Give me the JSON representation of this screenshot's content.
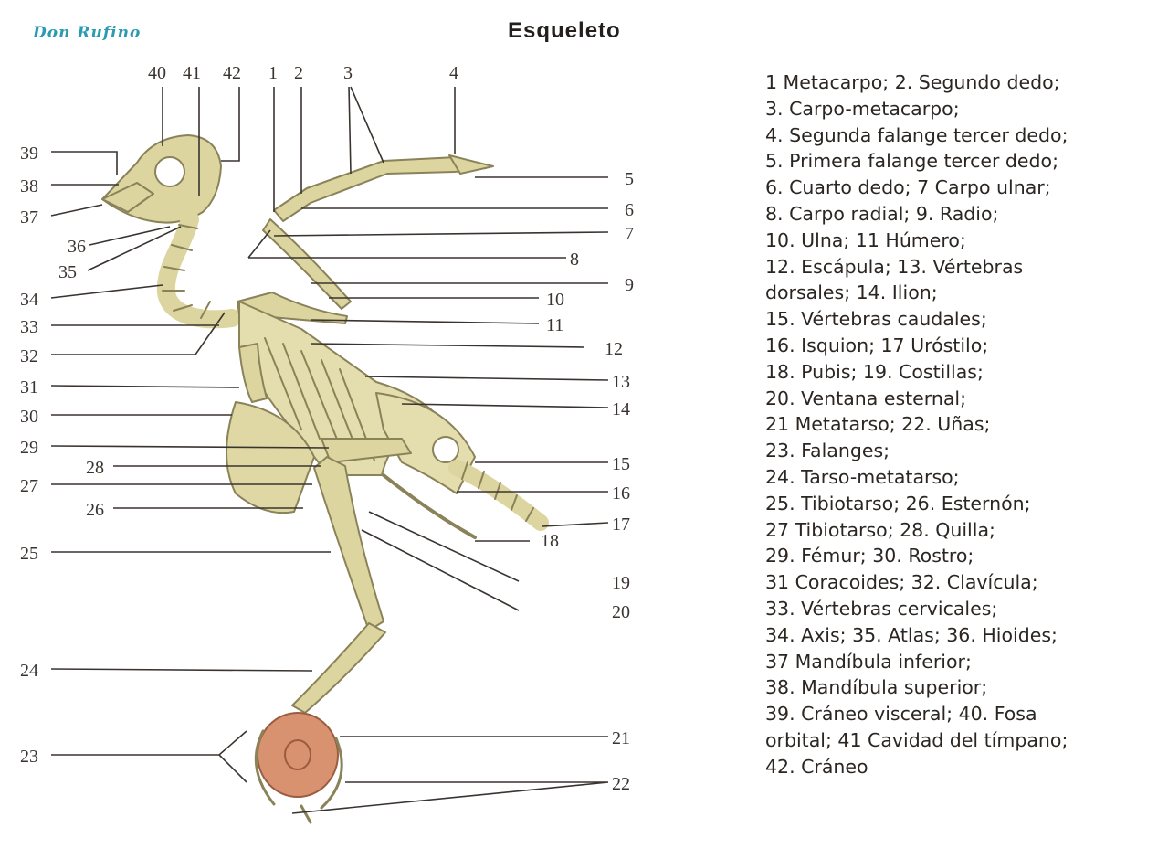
{
  "header": {
    "brand": "Don Rufino",
    "title": "Esqueleto"
  },
  "callouts": [
    "1",
    "2",
    "3",
    "4",
    "5",
    "6",
    "7",
    "8",
    "9",
    "10",
    "11",
    "12",
    "13",
    "14",
    "15",
    "16",
    "17",
    "18",
    "19",
    "20",
    "21",
    "22",
    "23",
    "24",
    "25",
    "26",
    "27",
    "28",
    "29",
    "30",
    "31",
    "32",
    "33",
    "34",
    "35",
    "36",
    "37",
    "38",
    "39",
    "40",
    "41",
    "42"
  ],
  "legend": [
    "1  Metacarpo; 2. Segundo dedo;",
    "3. Carpo-metacarpo;",
    "4. Segunda falange tercer dedo;",
    "5. Primera falange tercer dedo;",
    "6. Cuarto dedo; 7  Carpo ulnar;",
    "8. Carpo radial; 9. Radio;",
    "10. Ulna; 11  Húmero;",
    "12. Escápula; 13. Vértebras",
    "dorsales; 14. Ilion;",
    "15. Vértebras caudales;",
    "16. Isquion; 17  Uróstilo;",
    "18. Pubis; 19. Costillas;",
    "20. Ventana esternal;",
    "21  Metatarso; 22. Uñas;",
    "23. Falanges;",
    "24. Tarso-metatarso;",
    "25. Tibiotarso; 26. Esternón;",
    "27  Tibiotarso; 28. Quilla;",
    "29. Fémur; 30. Rostro;",
    "31  Coracoides; 32. Clavícula;",
    "33. Vértebras cervicales;",
    "34. Axis; 35. Atlas; 36. Hioides;",
    "37  Mandíbula inferior;",
    "38. Mandíbula superior;",
    "39. Cráneo visceral; 40. Fosa",
    "orbital; 41  Cavidad del tímpano;",
    "42. Cráneo"
  ],
  "colors": {
    "bone": "#ddd5a0",
    "bone_outline": "#8a8258",
    "claw": "#d99270",
    "brand": "#2a9bb0"
  }
}
